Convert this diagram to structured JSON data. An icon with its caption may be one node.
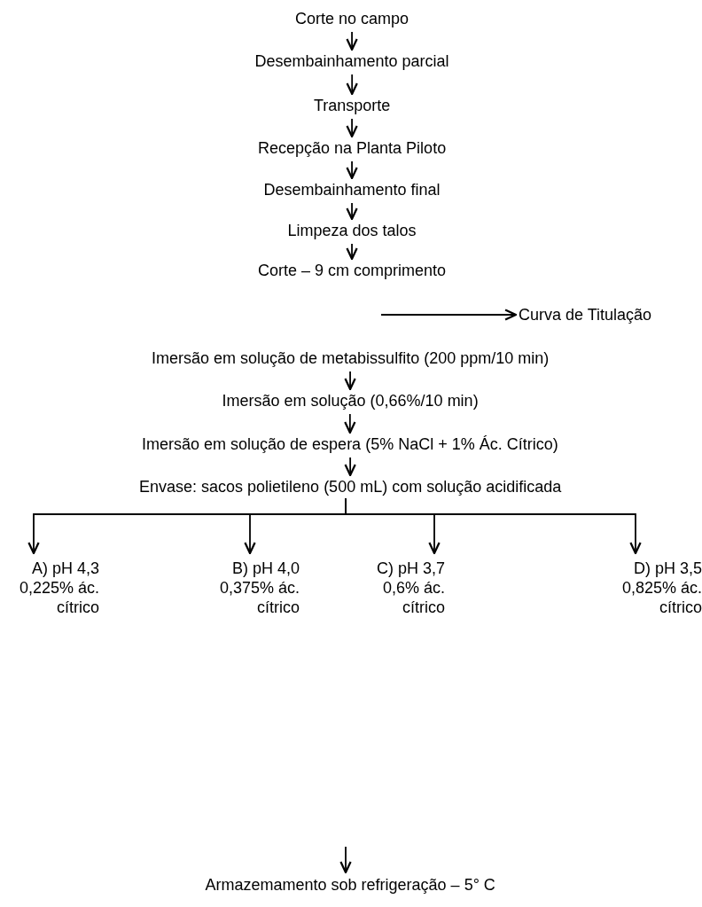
{
  "diagram": {
    "nodes": [
      {
        "text": [
          "Corte no campo"
        ]
      },
      {
        "text": [
          "Desembainhamento parcial"
        ]
      },
      {
        "text": [
          "Transporte"
        ]
      },
      {
        "text": [
          "Recepção na Planta Piloto"
        ]
      },
      {
        "text": [
          "Desembainhamento final"
        ]
      },
      {
        "text": [
          "Limpeza dos talos"
        ]
      },
      {
        "text": [
          "Corte – 9 cm comprimento"
        ]
      },
      {
        "text": [
          "Curva de Titulação"
        ]
      },
      {
        "text": [
          "Imersão em solução de metabissulfito (200 ppm/10 min)"
        ]
      },
      {
        "text": [
          "Imersão em solução (0,66%/10 min)"
        ]
      },
      {
        "text": [
          "Imersão em solução de espera (5% NaCl + 1% Ác. Cítrico)"
        ]
      },
      {
        "text": [
          "Envase: sacos polietileno (500 mL) com solução acidificada"
        ]
      },
      {
        "text": [
          "A) pH 4,3 0,225% ác. cítrico"
        ]
      },
      {
        "text": [
          "B) pH 4,0 0,375% ác. cítrico"
        ]
      },
      {
        "text": [
          "C) pH 3,7 0,6% ác. cítrico"
        ]
      },
      {
        "text": [
          "D) pH 3,5 0,825% ác. cítrico"
        ]
      },
      {
        "text": [
          "Armazemamento sob refrigeração – 5° C"
        ]
      }
    ],
    "edges": [
      {
        "from": 0,
        "to": 1,
        "arrow": "to"
      },
      {
        "from": 1,
        "to": 2,
        "arrow": "to"
      },
      {
        "from": 2,
        "to": 3,
        "arrow": "to"
      },
      {
        "from": 3,
        "to": 4,
        "arrow": "to"
      },
      {
        "from": 4,
        "to": 5,
        "arrow": "to"
      },
      {
        "from": 5,
        "to": 6,
        "arrow": "to"
      },
      {
        "from": null,
        "to": 7,
        "arrow": "to"
      },
      {
        "from": 8,
        "to": 9,
        "arrow": "to"
      },
      {
        "from": 9,
        "to": 10,
        "arrow": "to"
      },
      {
        "from": 10,
        "to": 11,
        "arrow": "to"
      },
      {
        "from": 11,
        "to": 12,
        "arrow": "to"
      },
      {
        "from": 11,
        "to": 13,
        "arrow": "to"
      },
      {
        "from": 11,
        "to": 14,
        "arrow": "to"
      },
      {
        "from": 11,
        "to": 15,
        "arrow": "to"
      },
      {
        "from": null,
        "to": 16,
        "arrow": "to"
      }
    ]
  }
}
